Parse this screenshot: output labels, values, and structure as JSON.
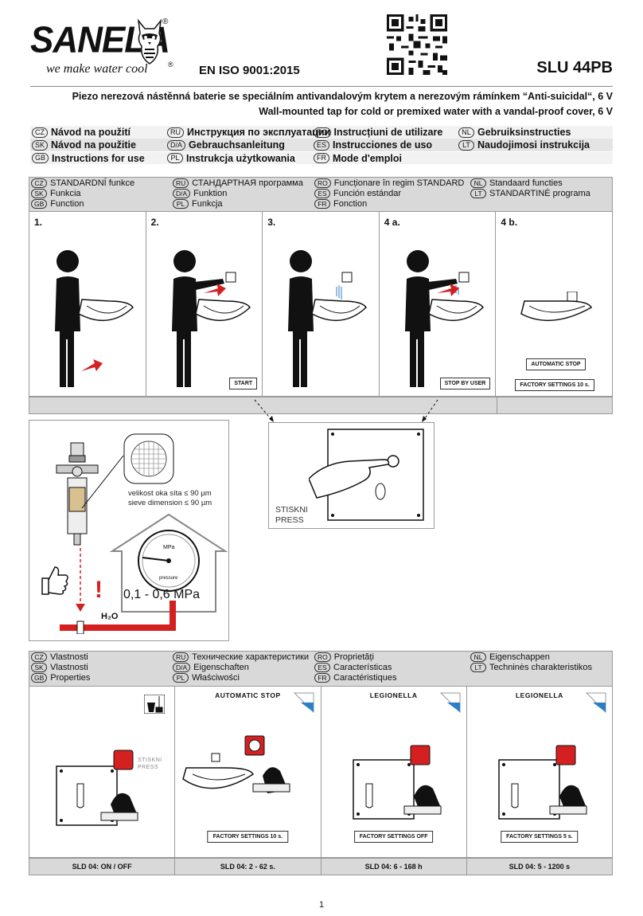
{
  "header": {
    "brand": "SANELA",
    "tagline": "we make water cool",
    "reg_mark": "®",
    "iso": "EN ISO 9001:2015",
    "model": "SLU 44PB",
    "description_cz": "Piezo nerezová nástěnná baterie se speciálním antivandalovým krytem a nerezovým rámínkem “Anti-suicidal“, 6 V",
    "description_en": "Wall-mounted tap for cold or premixed water with a vandal-proof cover, 6 V"
  },
  "languages": [
    [
      {
        "code": "CZ",
        "label": "Návod na použití"
      },
      {
        "code": "RU",
        "label": "Инструкция по эксплуатации"
      },
      {
        "code": "RO",
        "label": "Instrucțiuni de utilizare"
      },
      {
        "code": "NL",
        "label": "Gebruiksinstructies"
      }
    ],
    [
      {
        "code": "SK",
        "label": "Návod na použitie"
      },
      {
        "code": "D/A",
        "label": "Gebrauchsanleitung"
      },
      {
        "code": "ES",
        "label": "Instrucciones de uso"
      },
      {
        "code": "LT",
        "label": "Naudojimosi instrukcija"
      }
    ],
    [
      {
        "code": "GB",
        "label": "Instructions for use"
      },
      {
        "code": "PL",
        "label": "Instrukcja użytkowania"
      },
      {
        "code": "FR",
        "label": "Mode d'emploi"
      }
    ]
  ],
  "function_header": [
    [
      {
        "code": "CZ",
        "label": "STANDARDNÍ funkce"
      },
      {
        "code": "RU",
        "label": "СТАНДАРТНАЯ программа"
      },
      {
        "code": "RO",
        "label": "Funcționare în regim STANDARD"
      },
      {
        "code": "NL",
        "label": "Standaard functies"
      }
    ],
    [
      {
        "code": "SK",
        "label": "Funkcia"
      },
      {
        "code": "D/A",
        "label": "Funktion"
      },
      {
        "code": "ES",
        "label": "Función estándar"
      },
      {
        "code": "LT",
        "label": "STANDARTINĖ programa"
      }
    ],
    [
      {
        "code": "GB",
        "label": "Function"
      },
      {
        "code": "PL",
        "label": "Funkcja"
      },
      {
        "code": "FR",
        "label": "Fonction"
      }
    ]
  ],
  "steps": [
    {
      "num": "1.",
      "tag": ""
    },
    {
      "num": "2.",
      "tag": "START"
    },
    {
      "num": "3.",
      "tag": ""
    },
    {
      "num": "4 a.",
      "tag": "STOP BY USER"
    },
    {
      "num": "4 b.",
      "tag": "AUTOMATIC STOP",
      "tag2": "FACTORY SETTINGS 10 s."
    }
  ],
  "filter": {
    "sieve_cz": "velikost oka síta ≤ 90 µm",
    "sieve_en": "sieve dimension ≤ 90 µm",
    "pressure_range": "0,1 - 0,6 MPa",
    "gauge_unit": "MPa",
    "gauge_label": "pressure",
    "water": "H₂O",
    "warning": "!"
  },
  "press": {
    "cz": "STISKNI",
    "en": "PRESS"
  },
  "properties_header": [
    [
      {
        "code": "CZ",
        "label": "Vlastnosti"
      },
      {
        "code": "RU",
        "label": "Технические характеристики"
      },
      {
        "code": "RO",
        "label": "Proprietăți"
      },
      {
        "code": "NL",
        "label": "Eigenschappen"
      }
    ],
    [
      {
        "code": "SK",
        "label": "Vlastnosti"
      },
      {
        "code": "D/A",
        "label": "Eigenschaften"
      },
      {
        "code": "ES",
        "label": "Características"
      },
      {
        "code": "LT",
        "label": "Techninės charakteristikos"
      }
    ],
    [
      {
        "code": "GB",
        "label": "Properties"
      },
      {
        "code": "PL",
        "label": "Właściwości"
      },
      {
        "code": "FR",
        "label": "Caractéristiques"
      }
    ]
  ],
  "properties": [
    {
      "title": "",
      "factory": "",
      "sld": "SLD 04: ON / OFF",
      "press_cz": "STISKNI",
      "press_en": "PRESS"
    },
    {
      "title": "AUTOMATIC STOP",
      "factory": "FACTORY SETTINGS 10 s.",
      "sld": "SLD 04: 2 - 62 s."
    },
    {
      "title": "LEGIONELLA",
      "factory": "FACTORY SETTINGS OFF",
      "sld": "SLD 04: 6 - 168 h"
    },
    {
      "title": "LEGIONELLA",
      "factory": "FACTORY SETTINGS 5 s.",
      "sld": "SLD 04: 5 - 1200 s"
    }
  ],
  "page_number": "1",
  "colors": {
    "red": "#d42020",
    "grey": "#d9d9d9",
    "blue": "#2a7fc6"
  }
}
